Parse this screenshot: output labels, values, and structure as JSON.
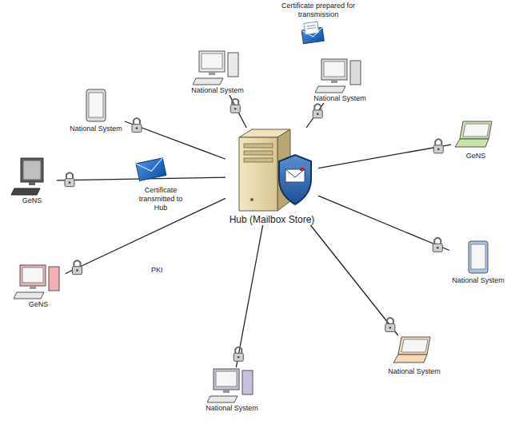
{
  "diagram": {
    "nodes": [
      {
        "text": [
          "Hub (Mailbox Store)"
        ]
      },
      {
        "text": [
          "National System"
        ]
      },
      {
        "text": [
          "National System"
        ]
      },
      {
        "text": [
          "National System"
        ]
      },
      {
        "text": [
          "GeNS"
        ]
      },
      {
        "text": [
          "GeNS"
        ]
      },
      {
        "text": [
          "National System"
        ]
      },
      {
        "text": [
          "GeNS"
        ]
      },
      {
        "text": [
          "National System"
        ]
      },
      {
        "text": [
          "National System"
        ]
      }
    ],
    "edges": [
      {
        "from": 1,
        "to": 0,
        "arrow": "none"
      },
      {
        "from": 2,
        "to": 0,
        "arrow": "none"
      },
      {
        "from": 3,
        "to": 0,
        "arrow": "none"
      },
      {
        "from": 4,
        "to": 0,
        "arrow": "none"
      },
      {
        "from": 5,
        "to": 0,
        "arrow": "none"
      },
      {
        "from": 6,
        "to": 0,
        "arrow": "none"
      },
      {
        "from": 7,
        "to": 0,
        "arrow": "none"
      },
      {
        "from": 8,
        "to": 0,
        "arrow": "none"
      },
      {
        "from": 9,
        "to": 0,
        "arrow": "none"
      }
    ],
    "labels": [
      "Certificate prepared for transmission",
      "Certificate transmitted to Hub",
      "PKI"
    ]
  }
}
